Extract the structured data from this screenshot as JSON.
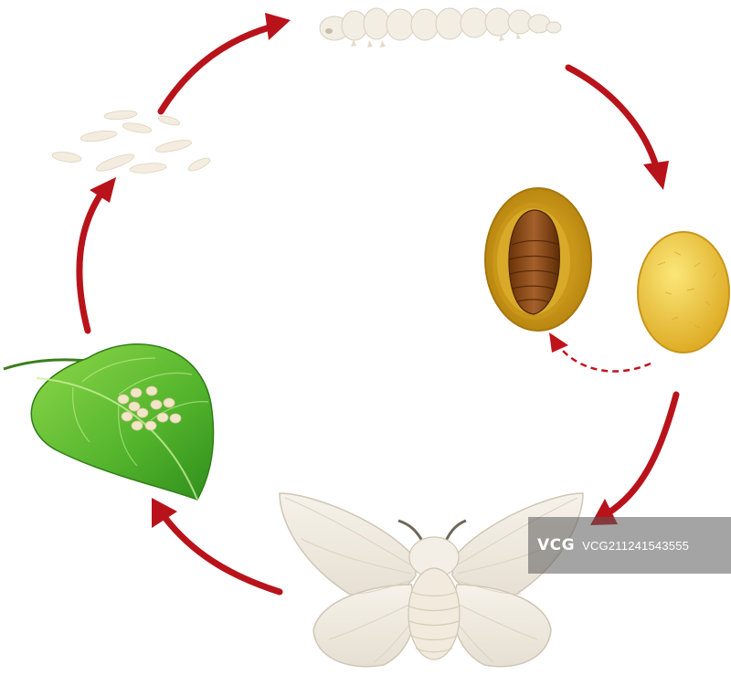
{
  "diagram": {
    "stages": [
      {
        "id": "eggs-on-leaf"
      },
      {
        "id": "young-larvae"
      },
      {
        "id": "silkworm"
      },
      {
        "id": "cocoon"
      },
      {
        "id": "pupa-in-cocoon"
      },
      {
        "id": "moth"
      }
    ],
    "colors": {
      "arrow": "#b8131b",
      "dashed_arrow": "#c0141c",
      "leaf": "#5fbd2f",
      "cocoon": "#f2c93a",
      "pupa": "#8a4a12",
      "larva": "#f3eee3",
      "moth": "#f1ece2"
    }
  },
  "watermark": {
    "logo_text": "VCG",
    "id_text": "VCG211241543555"
  }
}
